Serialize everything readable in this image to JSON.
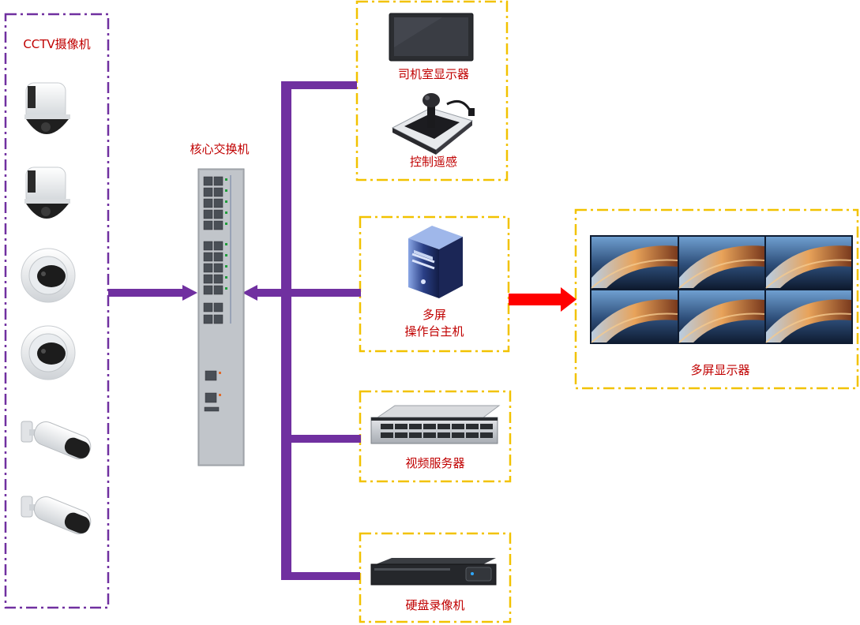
{
  "cctv": {
    "label": "CCTV摄像机",
    "icons": [
      "ptz-camera-icon",
      "ptz-camera-icon",
      "dome-camera-icon",
      "dome-camera-icon",
      "bullet-camera-icon",
      "bullet-camera-icon"
    ]
  },
  "core_switch": {
    "label": "核心交换机",
    "icon": "network-switch-icon"
  },
  "driver_monitor": {
    "label": "司机室显示器",
    "icon": "monitor-icon"
  },
  "joystick": {
    "label": "控制遥感",
    "icon": "joystick-controller-icon"
  },
  "operator_host": {
    "label_line1": "多屏",
    "label_line2": "操作台主机",
    "icon": "server-tower-icon"
  },
  "video_server": {
    "label": "视频服务器",
    "icon": "rack-server-icon"
  },
  "nvr": {
    "label": "硬盘录像机",
    "icon": "nvr-recorder-icon"
  },
  "video_wall": {
    "label": "多屏显示器",
    "icon": "video-wall-icon",
    "screens": 6
  },
  "colors": {
    "group_border_purple": "#7030a0",
    "group_border_yellow": "#f2c200",
    "connector": "#7030a0",
    "output_arrow": "#ff0000",
    "label_text": "#c00000"
  }
}
